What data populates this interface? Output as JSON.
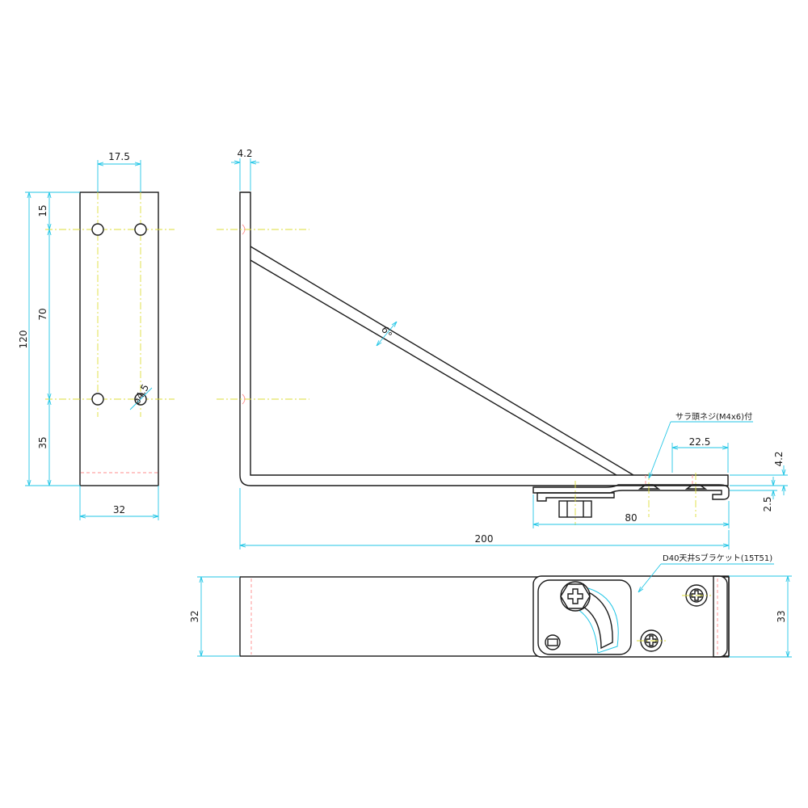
{
  "dimensions": {
    "front_width_top": "17.5",
    "front_top_offset": "15",
    "front_hole_spacing": "70",
    "front_height": "120",
    "front_bottom_offset": "35",
    "front_width": "32",
    "hole_diameter": "ø4.5",
    "plate_thickness": "4.2",
    "strut_width": "6",
    "screw_spacing": "22.5",
    "right_thickness": "4.2",
    "bracket_gap": "2.5",
    "bracket_length": "80",
    "overall_length": "200",
    "plan_width_left": "32",
    "plan_width_right": "33"
  },
  "notes": {
    "screw_note": "サラ頭ネジ(M4x6)付",
    "bracket_note": "D40天井Sブラケット(15T51)"
  },
  "colors": {
    "object_line": "#1a1a1a",
    "dimension_line": "#22c6e6",
    "center_line": "#dede3a",
    "hidden_line": "#ff8c8c"
  }
}
